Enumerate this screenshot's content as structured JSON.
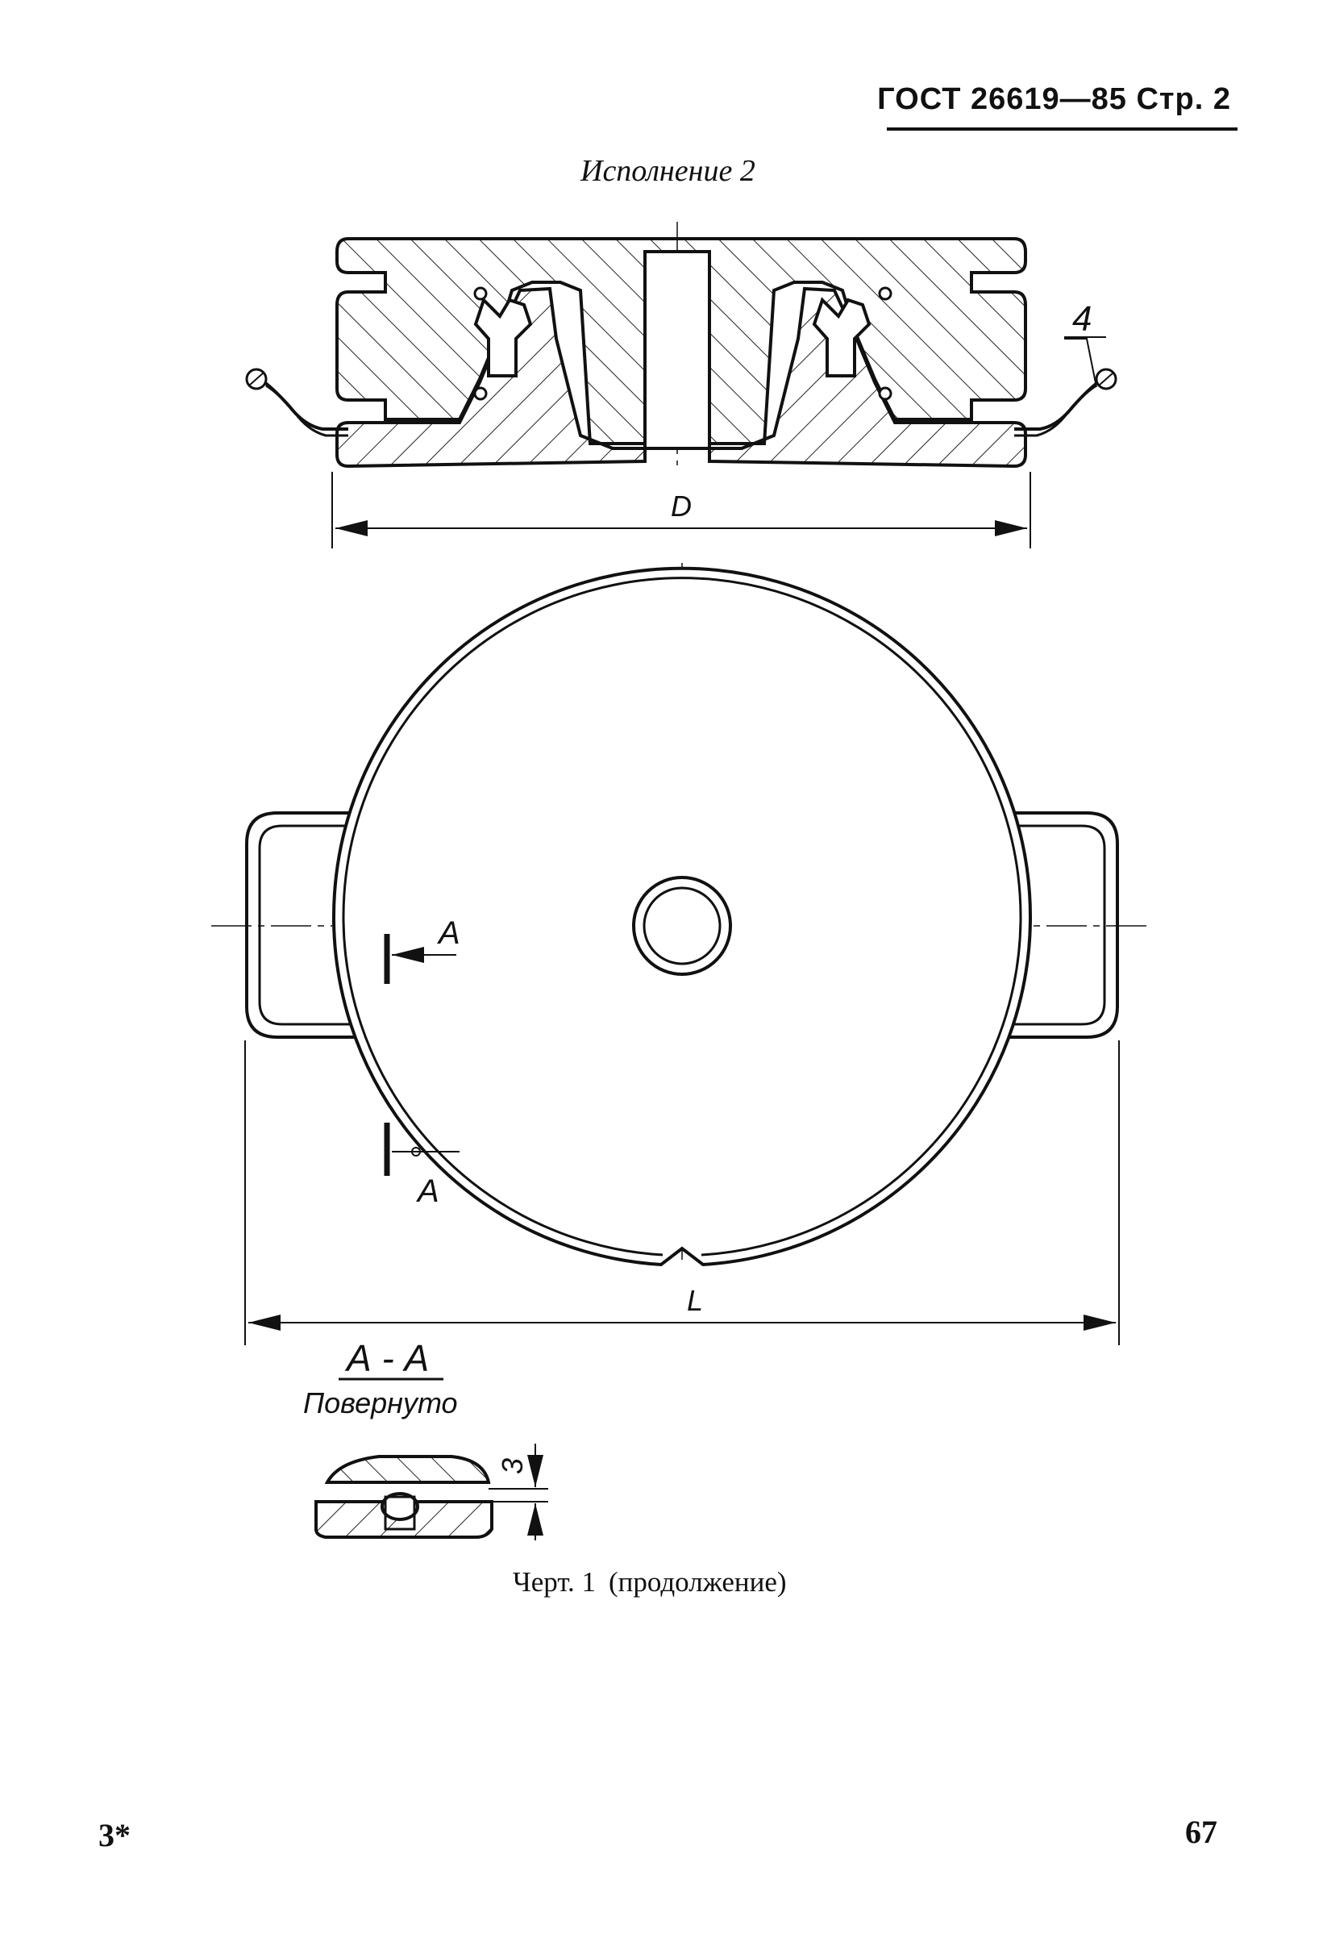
{
  "header": {
    "title": "ГОСТ 26619—85 Стр. 2"
  },
  "drawing": {
    "variant_title": "Исполнение 2",
    "label_position": "4",
    "dim_diameter": "D",
    "dim_length": "L",
    "section_marker": "A",
    "section_title": "А - А",
    "section_note": "Повернуто",
    "section_dim": "3"
  },
  "caption": {
    "label": "Черт. 1",
    "note": "(продолжение)"
  },
  "footer": {
    "left_mark": "3*",
    "page_number": "67"
  }
}
